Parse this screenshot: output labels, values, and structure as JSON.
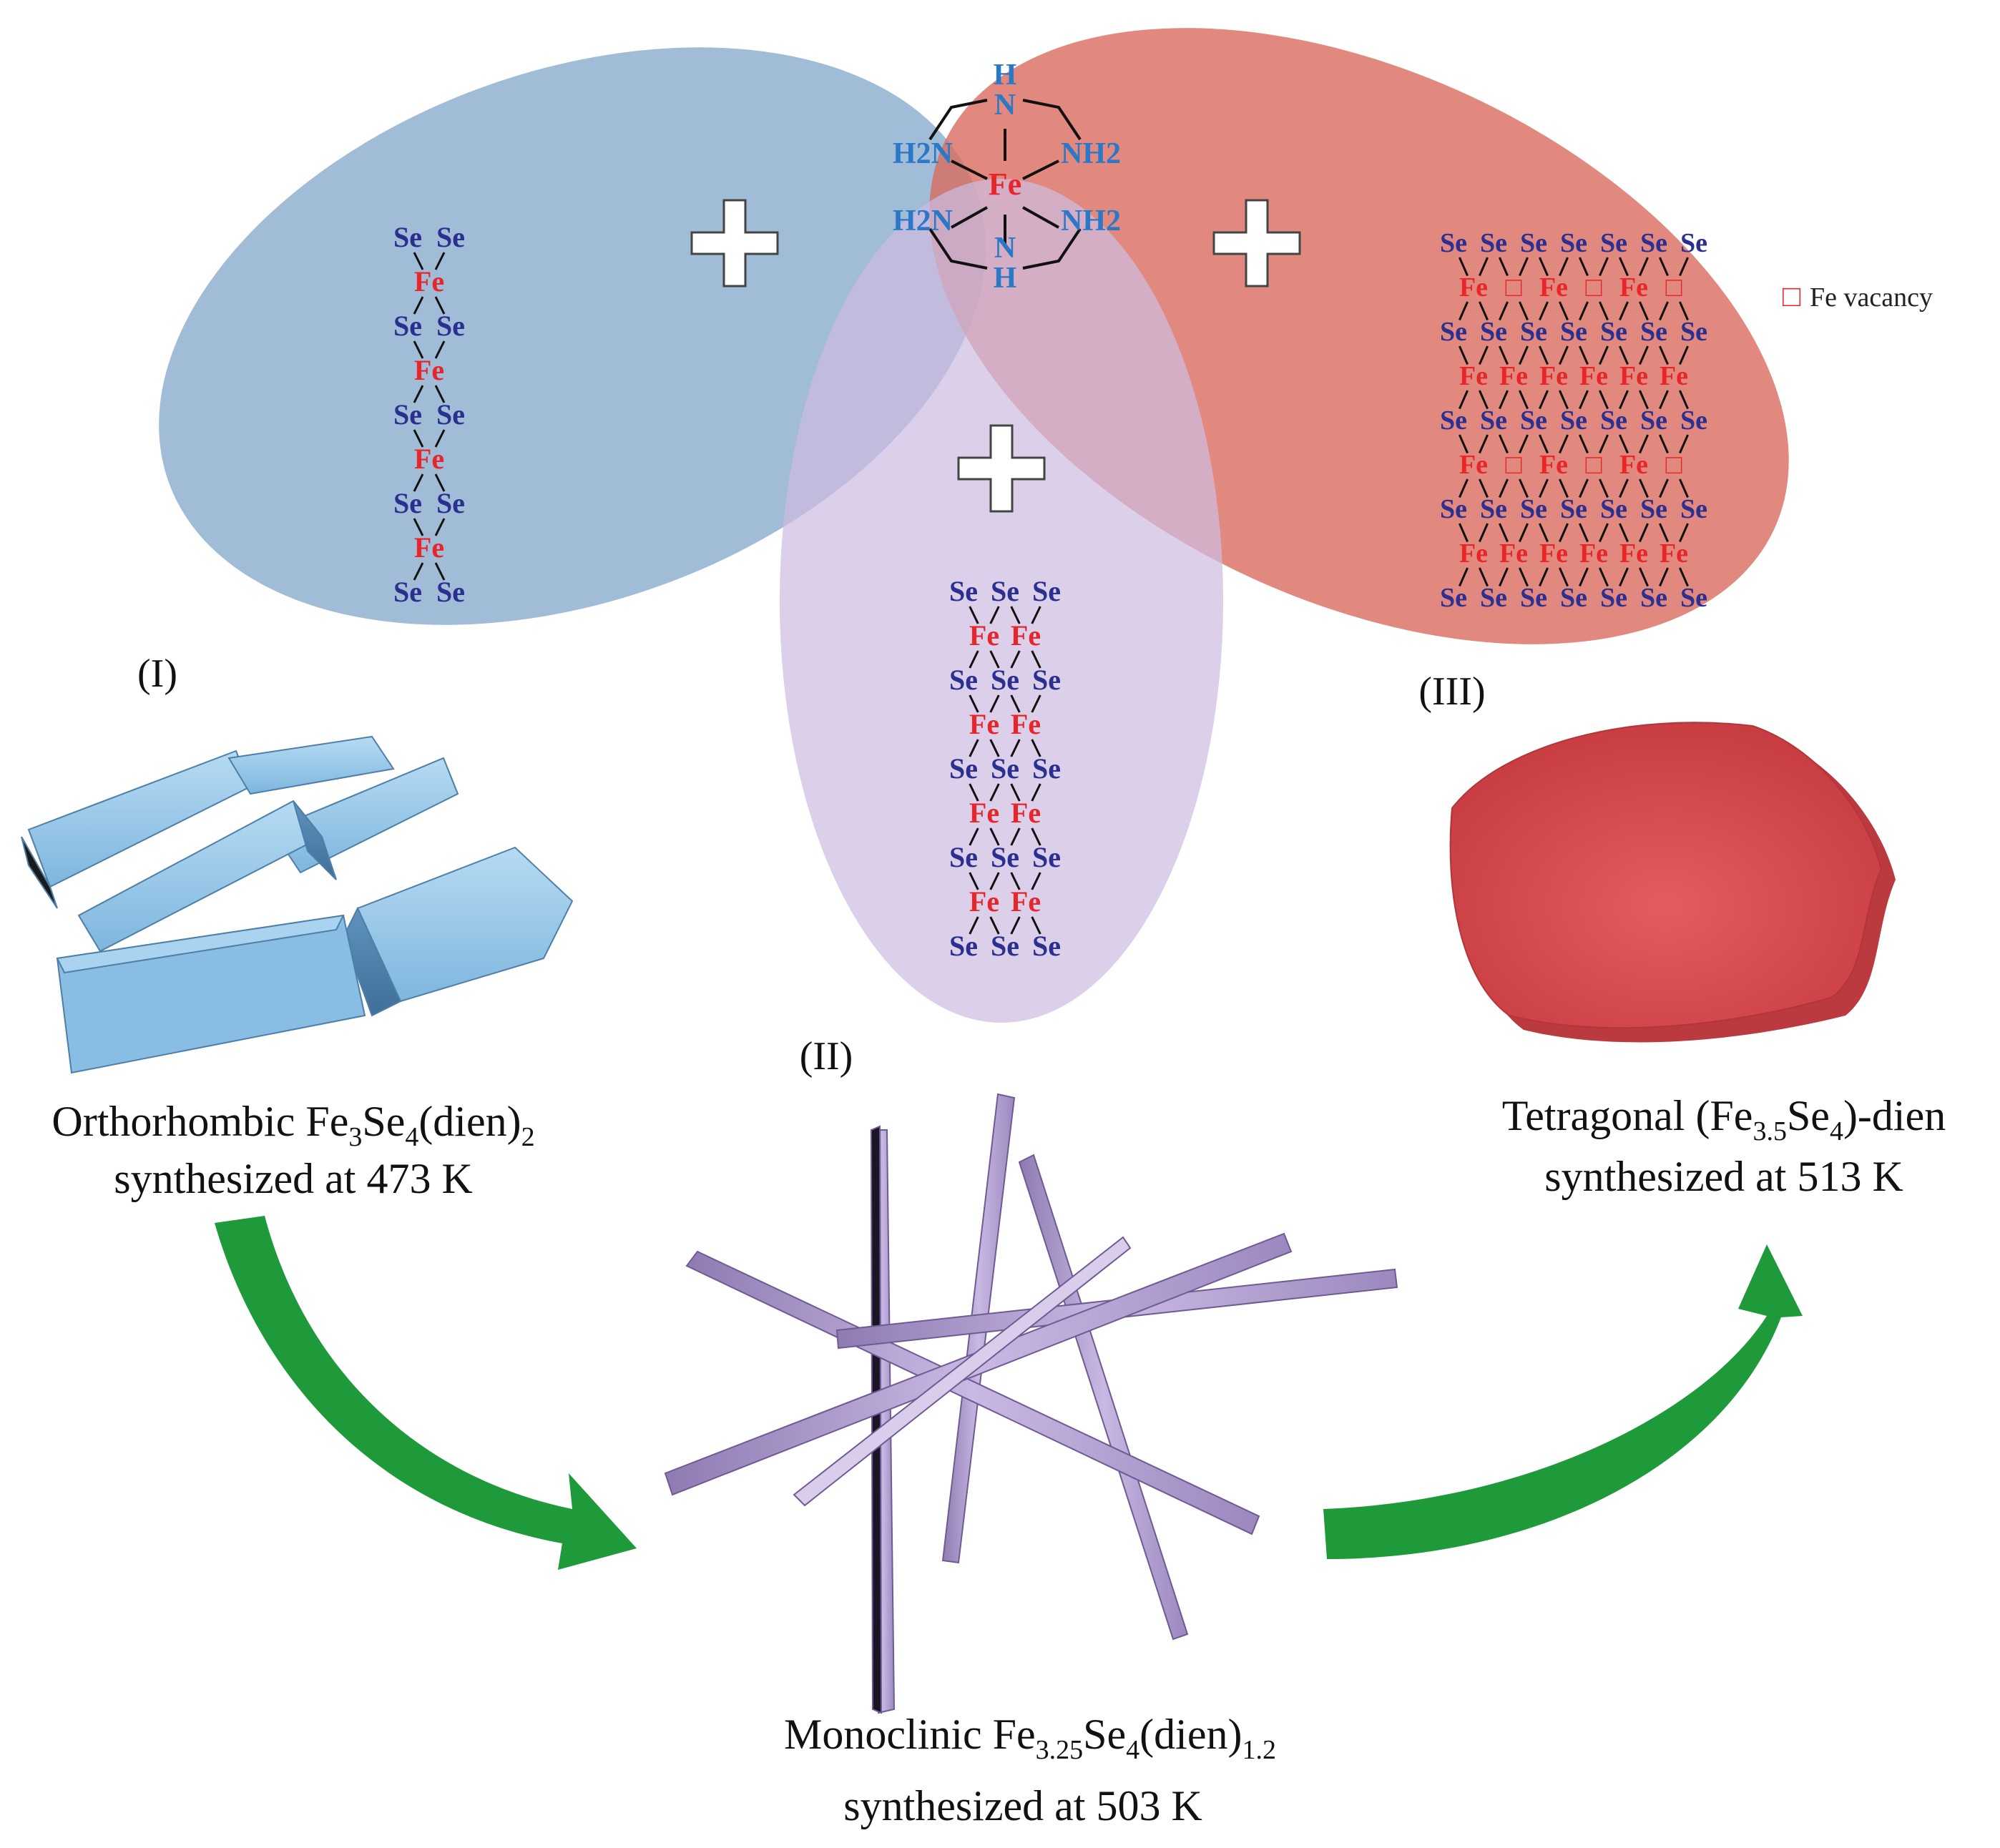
{
  "complex": {
    "atoms": [
      "H",
      "N",
      "H2N",
      "NH2",
      "Fe",
      "H2N",
      "NH2",
      "N",
      "H"
    ],
    "colors": {
      "ligand": "#2a78c6",
      "metal": "#e8262a"
    }
  },
  "chains": {
    "left": {
      "rows": [
        [
          "Se",
          "Se"
        ],
        [
          "Fe"
        ],
        [
          "Se",
          "Se"
        ],
        [
          "Fe"
        ],
        [
          "Se",
          "Se"
        ],
        [
          "Fe"
        ],
        [
          "Se",
          "Se"
        ],
        [
          "Fe"
        ],
        [
          "Se",
          "Se"
        ]
      ]
    },
    "middle": {
      "rows": [
        [
          "Se",
          "Se",
          "Se"
        ],
        [
          "Fe",
          "Fe"
        ],
        [
          "Se",
          "Se",
          "Se"
        ],
        [
          "Fe",
          "Fe"
        ],
        [
          "Se",
          "Se",
          "Se"
        ],
        [
          "Fe",
          "Fe"
        ],
        [
          "Se",
          "Se",
          "Se"
        ],
        [
          "Fe",
          "Fe"
        ],
        [
          "Se",
          "Se",
          "Se"
        ]
      ]
    },
    "right": {
      "rows": [
        [
          "Se",
          "Se",
          "Se",
          "Se",
          "Se",
          "Se",
          "Se"
        ],
        [
          "Fe",
          "□",
          "Fe",
          "□",
          "Fe",
          "□"
        ],
        [
          "Se",
          "Se",
          "Se",
          "Se",
          "Se",
          "Se",
          "Se"
        ],
        [
          "Fe",
          "Fe",
          "Fe",
          "Fe",
          "Fe",
          "Fe"
        ],
        [
          "Se",
          "Se",
          "Se",
          "Se",
          "Se",
          "Se",
          "Se"
        ],
        [
          "Fe",
          "□",
          "Fe",
          "□",
          "Fe",
          "□"
        ],
        [
          "Se",
          "Se",
          "Se",
          "Se",
          "Se",
          "Se",
          "Se"
        ],
        [
          "Fe",
          "Fe",
          "Fe",
          "Fe",
          "Fe",
          "Fe"
        ],
        [
          "Se",
          "Se",
          "Se",
          "Se",
          "Se",
          "Se",
          "Se"
        ]
      ]
    },
    "colors": {
      "se": "#2b2f8f",
      "fe": "#e8262a"
    }
  },
  "legend": {
    "symbol": "□",
    "label": "Fe vacancy"
  },
  "labels": {
    "roman_1": "(I)",
    "roman_2": "(II)",
    "roman_3": "(III)",
    "phase1": {
      "pre": "Orthorhombic Fe",
      "s1": "3",
      "mid1": "Se",
      "s2": "4",
      "mid2": "(dien)",
      "s3": "2",
      "line2": "synthesized at 473 K"
    },
    "phase2": {
      "pre": "Monoclinic Fe",
      "s1": "3.25",
      "mid1": "Se",
      "s2": "4",
      "mid2": "(dien)",
      "s3": "1.2",
      "line2": "synthesized at 503 K"
    },
    "phase3": {
      "pre": "Tetragonal (Fe",
      "s1": "3.5",
      "mid1": "Se",
      "s2": "4",
      "mid2": ")-dien",
      "line2": "synthesized at 513 K"
    }
  },
  "colors": {
    "ellipse_blue": "#8fb0cf",
    "ellipse_red": "#d96b5e",
    "ellipse_purple": "#cdbde0",
    "crystal_blue": "#8ec3e6",
    "disk_red": "#d9484c",
    "rod_purple": "#b9a5d6",
    "arrow_green": "#1f9a3a"
  },
  "icons": [
    "plus-icon",
    "green-arrow-icon",
    "blue-crystal-icon",
    "purple-rod-icon",
    "red-disk-icon"
  ]
}
